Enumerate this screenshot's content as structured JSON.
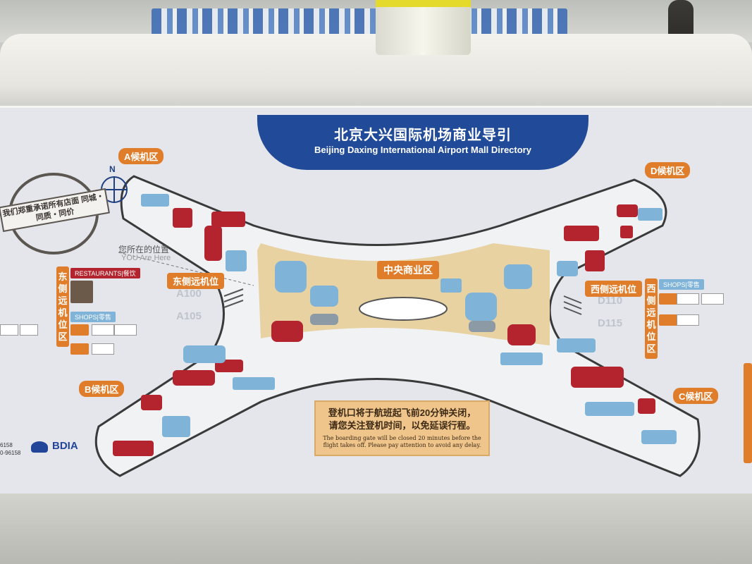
{
  "board": {
    "title_cn": "北京大兴国际机场商业导引",
    "title_en": "Beijing Daxing International Airport Mall Directory",
    "zones": {
      "a": "A候机区",
      "b": "B候机区",
      "c": "C候机区",
      "d": "D候机区",
      "center": "中央商业区",
      "east_remote": "东侧远机位",
      "west_remote": "西侧远机位"
    },
    "gates": {
      "east_from": "A100",
      "east_to": "A105",
      "west_from": "D110",
      "west_to": "D115"
    },
    "you_are_here_cn": "您所在的位置",
    "you_are_here_en": "YOU Are Here",
    "compass_n": "N",
    "stamp_text": "我们郑重承诺所有店面 同城・同质・同价",
    "left_side_bar": "东侧远机位区",
    "right_side_bar": "西侧远机位区",
    "restaurants_label": "RESTAURANTS|餐饮",
    "shops_label": "SHOPS|零售",
    "notice_cn_line1": "登机口将于航班起飞前20分钟关闭，",
    "notice_cn_line2": "请您关注登机时间，以免延误行程。",
    "notice_en_line1": "The boarding gate will be closed 20 minutes before the",
    "notice_en_line2": "flight takes off. Please pay attention to avoid any delay.",
    "brand": "BDIA",
    "phone1": "6158",
    "phone2": "0-96158"
  },
  "colors": {
    "title_blue": "#214b98",
    "zone_orange": "#e07d2a",
    "floor_tan": "#e8d2a2",
    "concourse": "#f1f2f4",
    "shop_red": "#b3242e",
    "shop_blue": "#7fb3d8"
  }
}
